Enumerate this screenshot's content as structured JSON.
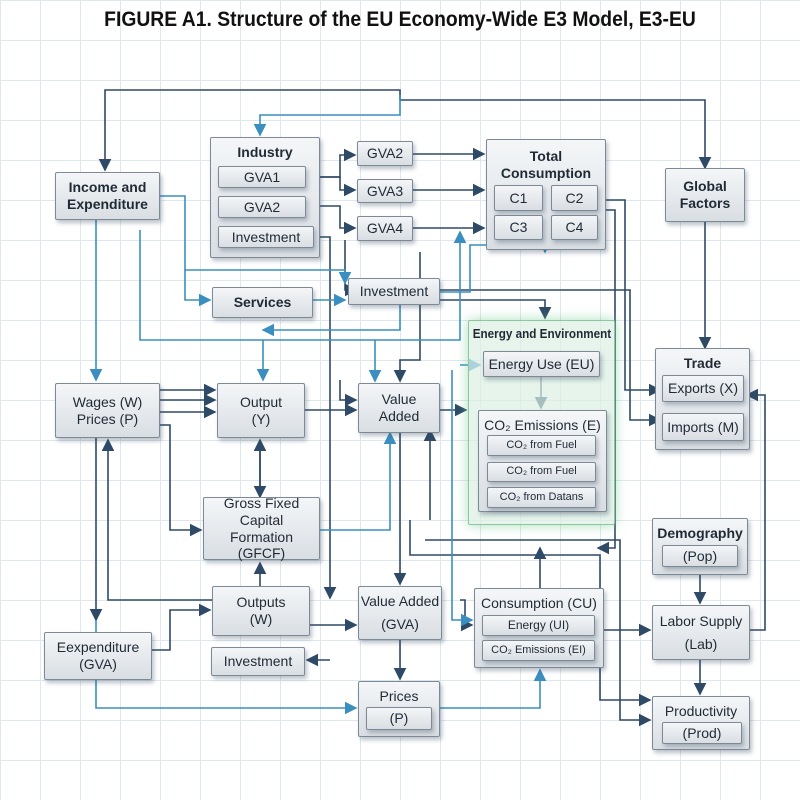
{
  "title": "FIGURE A1. Structure of the EU Economy-Wide E3 Model, E3-EU",
  "nodes": {
    "income": "Income and Expenditure",
    "industry": "Industry",
    "ind_gva1": "GVA1",
    "ind_gva2": "GVA2",
    "ind_inv": "Investment",
    "gva2": "GVA2",
    "gva3": "GVA3",
    "gva4": "GVA4",
    "total_consumption": "Total Consumption",
    "c1": "C1",
    "c2": "C2",
    "c3": "C3",
    "c4": "C4",
    "global": "Global Factors",
    "services": "Services",
    "investment_mid": "Investment",
    "energy_env": "Energy and Environment",
    "energy_use": "Energy Use (EU)",
    "co2": "CO₂ Emissions (E)",
    "co2_a": "CO₂ from Fuel",
    "co2_b": "CO₂ from Fuel",
    "co2_c": "CO₂ from Datans",
    "trade": "Trade",
    "exports": "Exports (X)",
    "imports": "Imports (M)",
    "wages": "Wages (W)",
    "prices_p": "Prices (P)",
    "output": "Output",
    "output_y": "(Y)",
    "value_added": "Value Added",
    "gfcf": "Gross Fixed Capital Formation (GFCF)",
    "demography": "Demography",
    "pop": "(Pop)",
    "outputs": "Outputs",
    "outputs_w": "(W)",
    "va_gva": "Value Added",
    "va_gva_sub": "(GVA)",
    "consumption": "Consumption (CU)",
    "cons_energy": "Energy (UI)",
    "cons_co2": "CO₂ Emissions (EI)",
    "labor": "Labor Supply",
    "lab": "(Lab)",
    "eexp": "Eexpenditure",
    "eexp_gva": "(GVA)",
    "investment_bot": "Investment",
    "prices": "Prices",
    "prices_sub": "(P)",
    "productivity": "Productivity",
    "prod": "(Prod)"
  }
}
